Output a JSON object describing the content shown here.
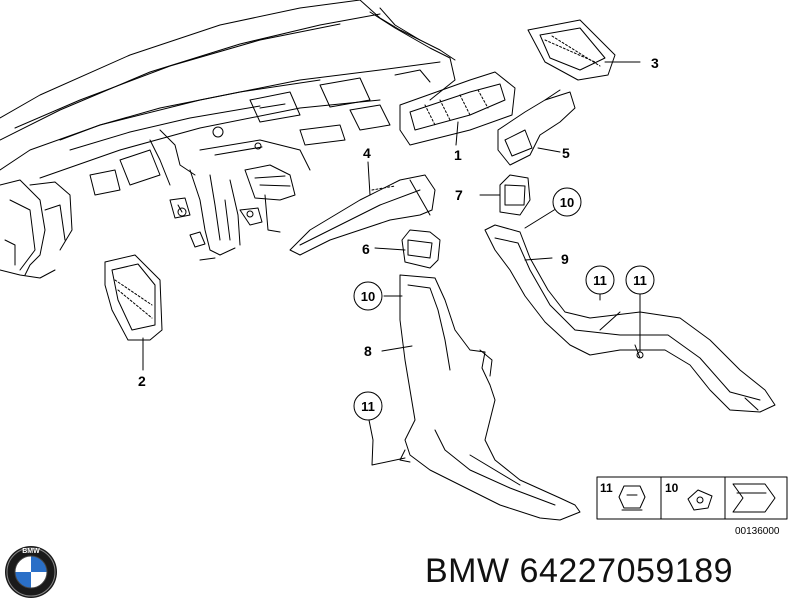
{
  "parts": {
    "p1": "1",
    "p2": "2",
    "p3": "3",
    "p4": "4",
    "p5": "5",
    "p6": "6",
    "p7": "7",
    "p8": "8",
    "p9": "9",
    "c10a": "10",
    "c10b": "10",
    "c11a": "11",
    "c11b": "11",
    "c11c": "11"
  },
  "legend": {
    "item11": "11",
    "item10": "10",
    "code": "00136000"
  },
  "footer": {
    "brand": "BMW",
    "part_number": "64227059189",
    "logo_text": "BMW"
  }
}
